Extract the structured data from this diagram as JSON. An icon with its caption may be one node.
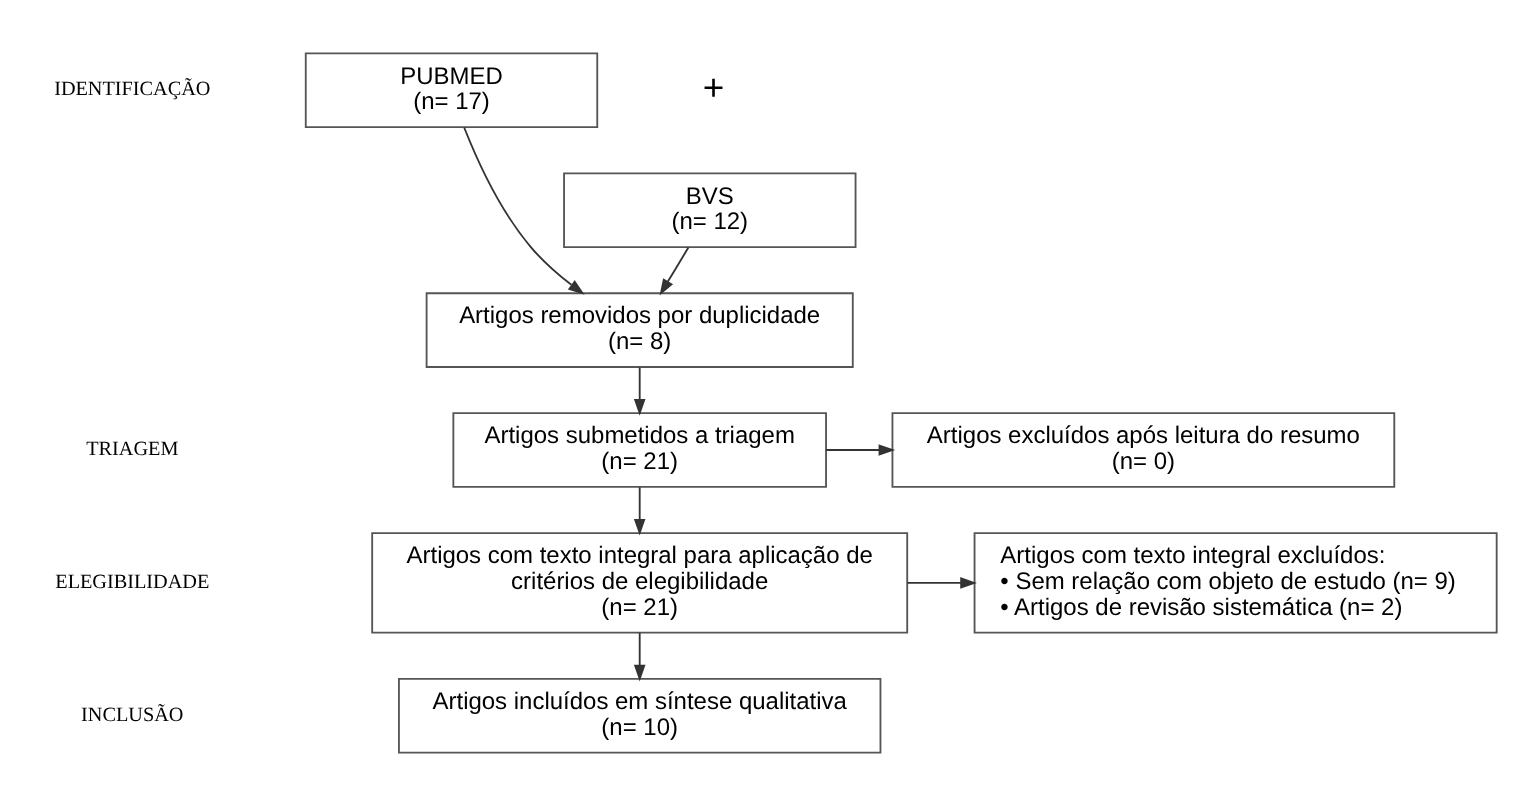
{
  "diagram": {
    "nodes": [
      {
        "text": [
          "PUBMED",
          "(n= 17)"
        ]
      },
      {
        "text": [
          "BVS",
          "(n= 12)"
        ]
      },
      {
        "text": [
          "Artigos removidos por duplicidade",
          "(n= 8)"
        ]
      },
      {
        "text": [
          "Artigos submetidos a triagem",
          "(n= 21)"
        ]
      },
      {
        "text": [
          "Artigos excluídos após leitura do resumo",
          "(n= 0)"
        ]
      },
      {
        "text": [
          "Artigos com texto integral para aplicação de critérios de elegibilidade",
          "(n= 21)"
        ]
      },
      {
        "text": [
          "Artigos com texto integral excluídos:",
          "• Sem relação com objeto de estudo (n= 9)",
          "• Artigos de revisão sistemática (n= 2)"
        ]
      },
      {
        "text": [
          "Artigos incluídos em síntese qualitativa",
          "(n= 10)"
        ]
      }
    ],
    "edges": [
      {
        "from": 0,
        "to": 2,
        "arrow": "to"
      },
      {
        "from": 1,
        "to": 2,
        "arrow": "to"
      },
      {
        "from": 2,
        "to": 3,
        "arrow": "to"
      },
      {
        "from": 3,
        "to": 4,
        "arrow": "to"
      },
      {
        "from": 3,
        "to": 5,
        "arrow": "to"
      },
      {
        "from": 5,
        "to": 6,
        "arrow": "to"
      },
      {
        "from": 5,
        "to": 7,
        "arrow": "to"
      }
    ],
    "labels": [
      "IDENTIFICAÇÃO",
      "+",
      "TRIAGEM",
      "ELEGIBILIDADE",
      "INCLUSÃO"
    ]
  }
}
